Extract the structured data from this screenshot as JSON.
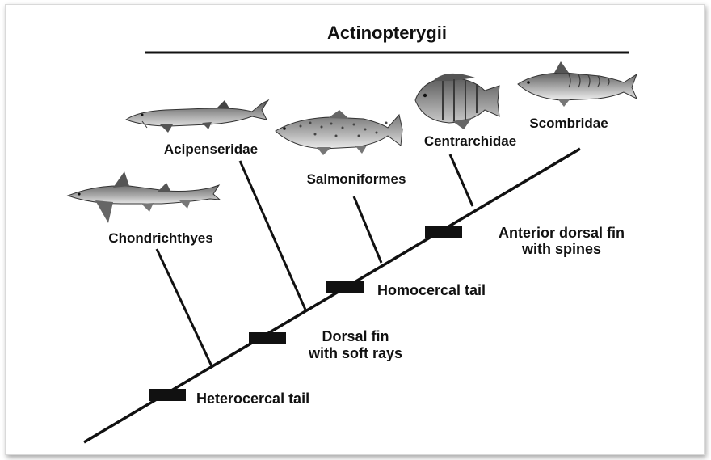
{
  "title": "Actinopterygii",
  "taxa": [
    {
      "name": "Chondrichthyes",
      "icon": "shark-icon"
    },
    {
      "name": "Acipenseridae",
      "icon": "sturgeon-icon"
    },
    {
      "name": "Salmoniformes",
      "icon": "trout-icon"
    },
    {
      "name": "Centrarchidae",
      "icon": "sunfish-icon"
    },
    {
      "name": "Scombridae",
      "icon": "mackerel-icon"
    }
  ],
  "traits": [
    {
      "lines": [
        "Heterocercal tail"
      ]
    },
    {
      "lines": [
        "Dorsal fin",
        "with soft rays"
      ]
    },
    {
      "lines": [
        "Homocercal tail"
      ]
    },
    {
      "lines": [
        "Anterior dorsal fin",
        "with spines"
      ]
    }
  ],
  "colors": {
    "ink": "#111111",
    "background": "#ffffff"
  }
}
